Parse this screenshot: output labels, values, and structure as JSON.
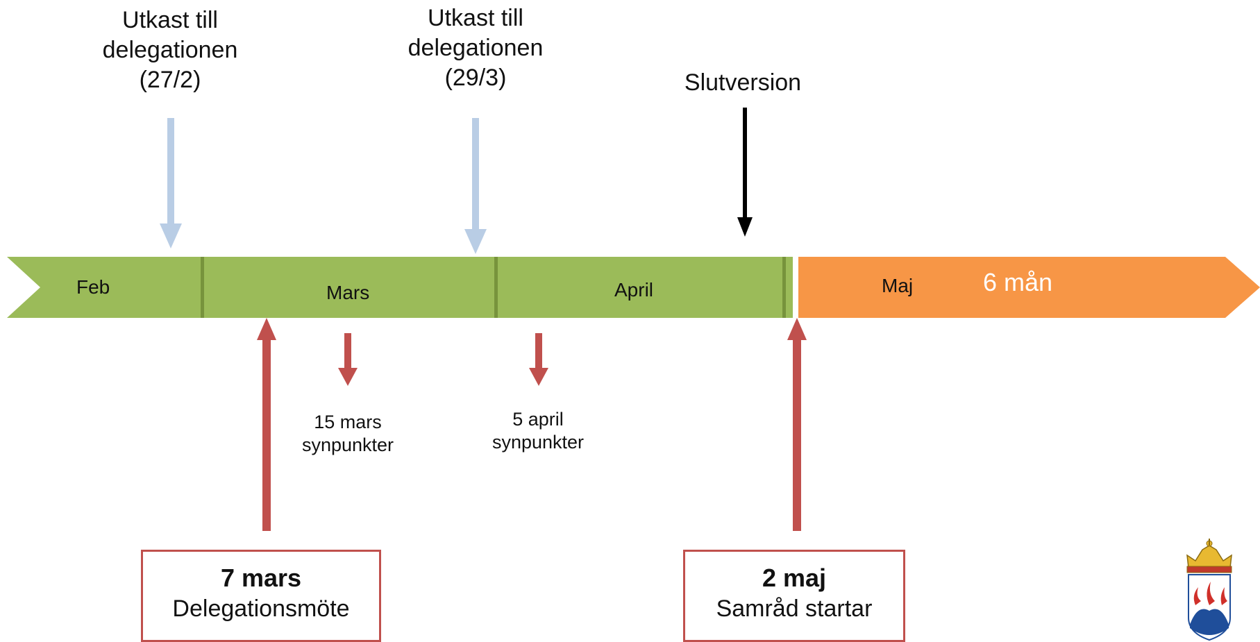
{
  "top_labels": {
    "draft1": [
      "Utkast till",
      "delegationen",
      "(27/2)"
    ],
    "draft2": [
      "Utkast till",
      "delegationen",
      "(29/3)"
    ],
    "final": "Slutversion"
  },
  "timeline": {
    "months": [
      "Feb",
      "Mars",
      "April",
      "Maj"
    ],
    "duration_label": "6 mån",
    "colors": {
      "green": "#9bbb59",
      "green_dark": "#77933c",
      "orange": "#f79646",
      "red": "#c0504d",
      "light_blue": "#b9cde5",
      "black": "#000000"
    }
  },
  "notes": {
    "mars15": [
      "15 mars",
      "synpunkter"
    ],
    "april5": [
      "5 april",
      "synpunkter"
    ]
  },
  "boxes": {
    "delegation": {
      "date": "7 mars",
      "desc": "Delegationsmöte"
    },
    "consultation": {
      "date": "2 maj",
      "desc": "Samråd startar"
    }
  },
  "emblem": "coat-of-arms"
}
